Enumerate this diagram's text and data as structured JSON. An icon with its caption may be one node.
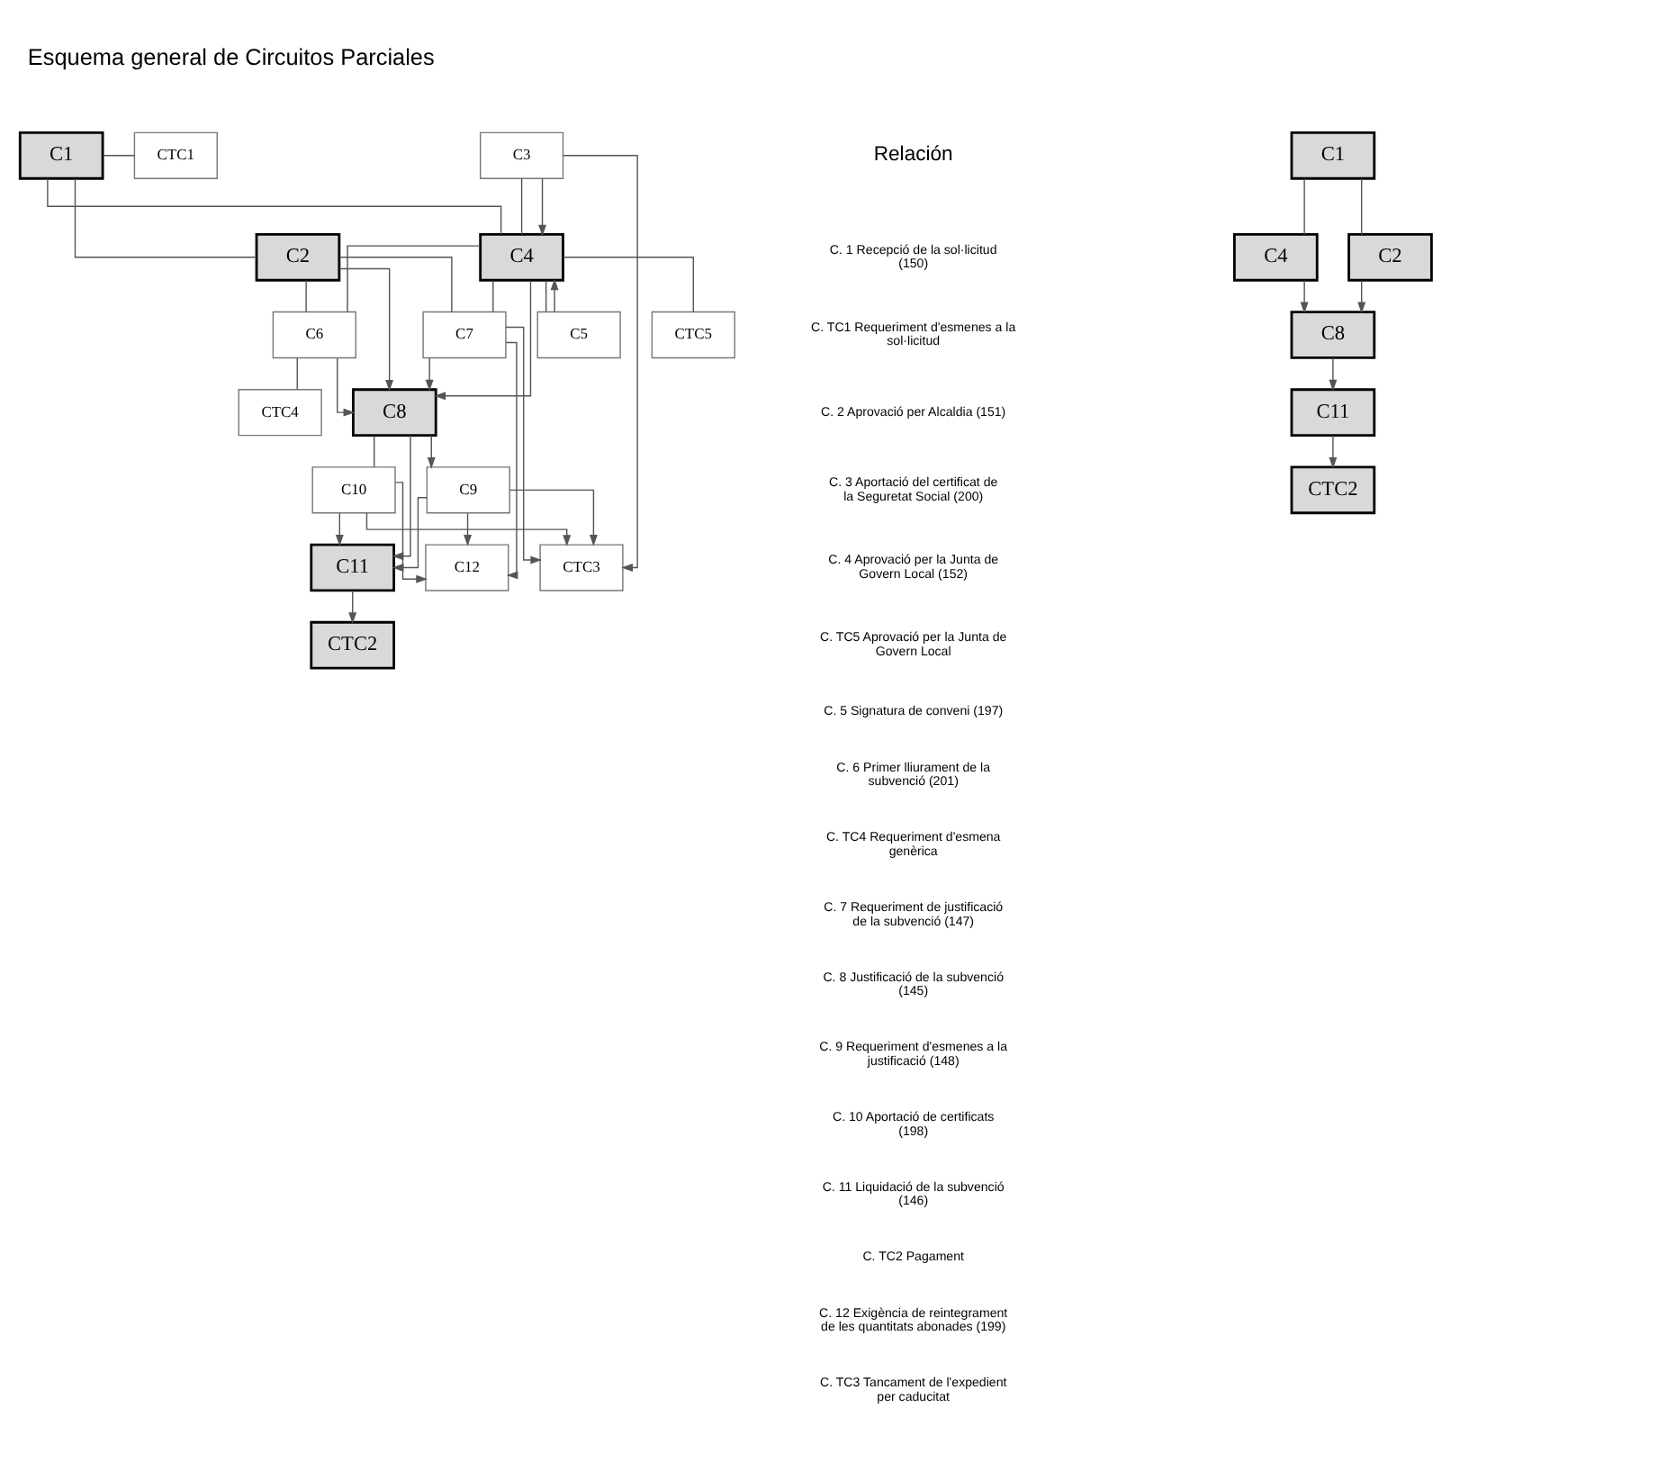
{
  "diagram": {
    "title": "Esquema general de Circuitos Parciales",
    "nodes": [
      {
        "text": [
          "C1"
        ]
      },
      {
        "text": [
          "CTC1"
        ]
      },
      {
        "text": [
          "C2"
        ]
      },
      {
        "text": [
          "C4"
        ]
      },
      {
        "text": [
          "C3"
        ]
      },
      {
        "text": [
          "CTC5"
        ]
      },
      {
        "text": [
          "C5"
        ]
      },
      {
        "text": [
          "C6"
        ]
      },
      {
        "text": [
          "CTC4"
        ]
      },
      {
        "text": [
          "C7"
        ]
      },
      {
        "text": [
          "C8"
        ]
      },
      {
        "text": [
          "C9"
        ]
      },
      {
        "text": [
          "C10"
        ]
      },
      {
        "text": [
          "C11"
        ]
      },
      {
        "text": [
          "CTC2"
        ]
      },
      {
        "text": [
          "C12"
        ]
      },
      {
        "text": [
          "CTC3"
        ]
      },
      {
        "text": [
          "C1"
        ]
      },
      {
        "text": [
          "C2"
        ]
      },
      {
        "text": [
          "C4"
        ]
      },
      {
        "text": [
          "C8"
        ]
      },
      {
        "text": [
          "C11"
        ]
      },
      {
        "text": [
          "CTC2"
        ]
      }
    ],
    "edges": [
      {
        "from": 0,
        "to": 1,
        "arrow": "none"
      },
      {
        "from": 0,
        "to": 2,
        "arrow": "none"
      },
      {
        "from": 0,
        "to": 3,
        "arrow": "none"
      },
      {
        "from": 3,
        "to": 4,
        "arrow": "none"
      },
      {
        "from": 4,
        "to": 3,
        "arrow": "to"
      },
      {
        "from": 3,
        "to": 5,
        "arrow": "none"
      },
      {
        "from": 3,
        "to": 6,
        "arrow": "none"
      },
      {
        "from": 6,
        "to": 3,
        "arrow": "to"
      },
      {
        "from": 4,
        "to": 16,
        "arrow": "to"
      },
      {
        "from": 2,
        "to": 7,
        "arrow": "none"
      },
      {
        "from": 3,
        "to": 7,
        "arrow": "none"
      },
      {
        "from": 7,
        "to": 8,
        "arrow": "none"
      },
      {
        "from": 7,
        "to": 10,
        "arrow": "to"
      },
      {
        "from": 2,
        "to": 9,
        "arrow": "none"
      },
      {
        "from": 3,
        "to": 9,
        "arrow": "none"
      },
      {
        "from": 9,
        "to": 10,
        "arrow": "to"
      },
      {
        "from": 2,
        "to": 10,
        "arrow": "to"
      },
      {
        "from": 3,
        "to": 10,
        "arrow": "to"
      },
      {
        "from": 9,
        "to": 15,
        "arrow": "to"
      },
      {
        "from": 9,
        "to": 16,
        "arrow": "to"
      },
      {
        "from": 10,
        "to": 11,
        "arrow": "to"
      },
      {
        "from": 11,
        "to": 13,
        "arrow": "to"
      },
      {
        "from": 11,
        "to": 15,
        "arrow": "to"
      },
      {
        "from": 11,
        "to": 16,
        "arrow": "to"
      },
      {
        "from": 10,
        "to": 12,
        "arrow": "none"
      },
      {
        "from": 12,
        "to": 13,
        "arrow": "to"
      },
      {
        "from": 12,
        "to": 15,
        "arrow": "to"
      },
      {
        "from": 12,
        "to": 16,
        "arrow": "to"
      },
      {
        "from": 10,
        "to": 13,
        "arrow": "to"
      },
      {
        "from": 13,
        "to": 14,
        "arrow": "to"
      },
      {
        "from": 17,
        "to": 18,
        "arrow": "none"
      },
      {
        "from": 17,
        "to": 19,
        "arrow": "none"
      },
      {
        "from": 18,
        "to": 20,
        "arrow": "to"
      },
      {
        "from": 19,
        "to": 20,
        "arrow": "to"
      },
      {
        "from": 20,
        "to": 21,
        "arrow": "to"
      },
      {
        "from": 21,
        "to": 22,
        "arrow": "to"
      }
    ],
    "labels": [
      "Relación",
      "C. 1 Recepció de la sol·licitud (150)",
      "C. TC1 Requeriment d'esmenes a la sol·licitud",
      "C. 2 Aprovació per Alcaldia (151)",
      "C. 3 Aportació del certificat de la Seguretat Social (200)",
      "C. 4 Aprovació per la Junta de Govern Local (152)",
      "C. TC5 Aprovació per la Junta de Govern Local",
      "C. 5 Signatura de conveni (197)",
      "C. 6 Primer lliurament de la subvenció (201)",
      "C. TC4 Requeriment d'esmena genèrica",
      "C. 7 Requeriment de justificació de la subvenció (147)",
      "C. 8 Justificació de la subvenció (145)",
      "C. 9 Requeriment d'esmenes a la justificació (148)",
      "C. 10 Aportació de certificats (198)",
      "C. 11 Liquidació de la subvenció (146)",
      "C. TC2 Pagament",
      "C. 12 Exigència de reintegrament de les quantitats abonades (199)",
      "C. TC3 Tancament de l'expedient per caducitat"
    ]
  }
}
